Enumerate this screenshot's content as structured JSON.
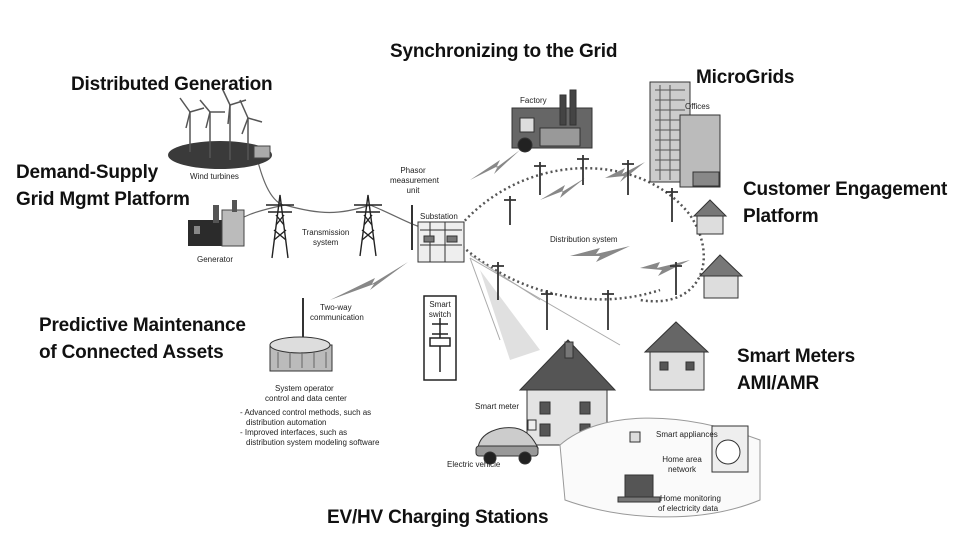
{
  "captions": {
    "synchronizing": "Synchronizing to the Grid",
    "distributed_generation": "Distributed Generation",
    "microgrids": "MicroGrids",
    "demand_supply_line1": "Demand-Supply",
    "demand_supply_line2": "Grid Mgmt Platform",
    "customer_engagement_line1": "Customer Engagement",
    "customer_engagement_line2": "Platform",
    "predictive_line1": "Predictive Maintenance",
    "predictive_line2": "of Connected Assets",
    "smart_meters_line1": "Smart Meters",
    "smart_meters_line2": "AMI/AMR",
    "ev_hv": "EV/HV Charging Stations"
  },
  "labels": {
    "factory": "Factory",
    "offices": "Offices",
    "wind_turbines": "Wind turbines",
    "phasor_line1": "Phasor",
    "phasor_line2": "measurement",
    "phasor_line3": "unit",
    "substation": "Substation",
    "transmission_line1": "Transmission",
    "transmission_line2": "system",
    "generator": "Generator",
    "distribution_system": "Distribution system",
    "two_way_line1": "Two-way",
    "two_way_line2": "communication",
    "smart_switch_line1": "Smart",
    "smart_switch_line2": "switch",
    "system_operator_line1": "System operator",
    "system_operator_line2": "control and data center",
    "bullet1_line1": "- Advanced control methods, such as",
    "bullet1_line2": "  distribution automation",
    "bullet2_line1": "- Improved interfaces, such as",
    "bullet2_line2": "  distribution system modeling software",
    "smart_meter": "Smart meter",
    "electric_vehicle": "Electric vehicle",
    "smart_appliances": "Smart appliances",
    "home_area_line1": "Home area",
    "home_area_line2": "network",
    "home_monitoring_line1": "Home monitoring",
    "home_monitoring_line2": "of electricity data"
  }
}
